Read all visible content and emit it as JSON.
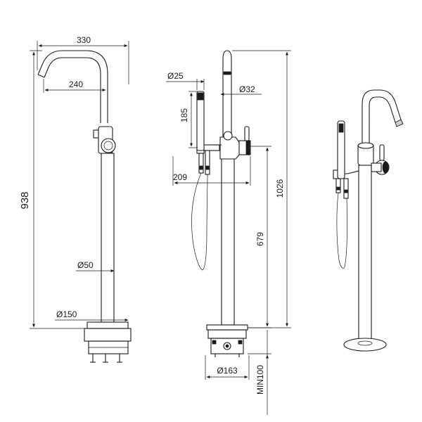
{
  "front_view": {
    "width_330": "330",
    "spout_240": "240",
    "height_938": "938",
    "diam_50": "Ø50",
    "diam_150": "Ø150"
  },
  "side_view": {
    "diam_25": "Ø25",
    "diam_32": "Ø32",
    "hand_185": "185",
    "offset_209": "209",
    "height_679": "679",
    "height_1026": "1026",
    "diam_163": "Ø163",
    "min_100": "MIN100"
  }
}
